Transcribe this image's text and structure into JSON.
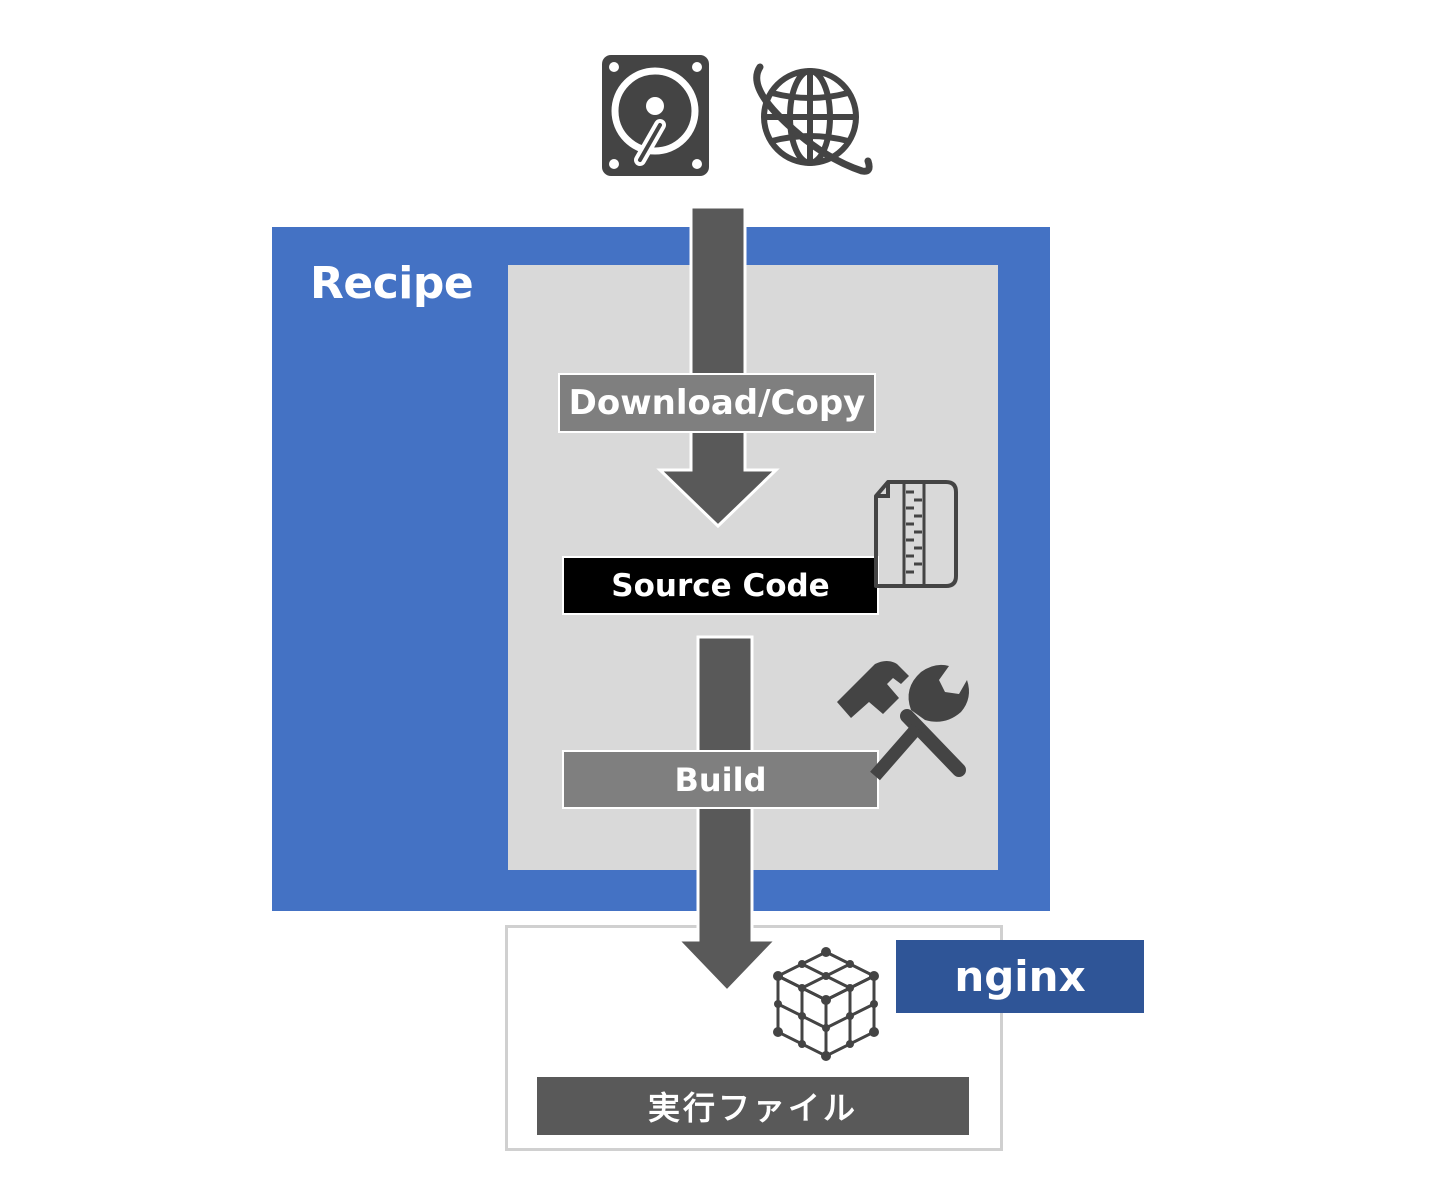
{
  "diagram": {
    "recipe_label": "Recipe",
    "steps": {
      "download": "Download/Copy",
      "source": "Source Code",
      "build": "Build"
    },
    "output": {
      "executable": "実行ファイル",
      "product": "nginx"
    },
    "icons": [
      "hard-drive-icon",
      "globe-icon",
      "zip-file-icon",
      "hammer-wrench-icon",
      "cube-icon"
    ],
    "colors": {
      "recipe": "#4472c4",
      "inner": "#d9d9d9",
      "arrow": "#595959",
      "step": "#7f7f7f",
      "source": "#000000",
      "nginx": "#2f5597"
    }
  }
}
